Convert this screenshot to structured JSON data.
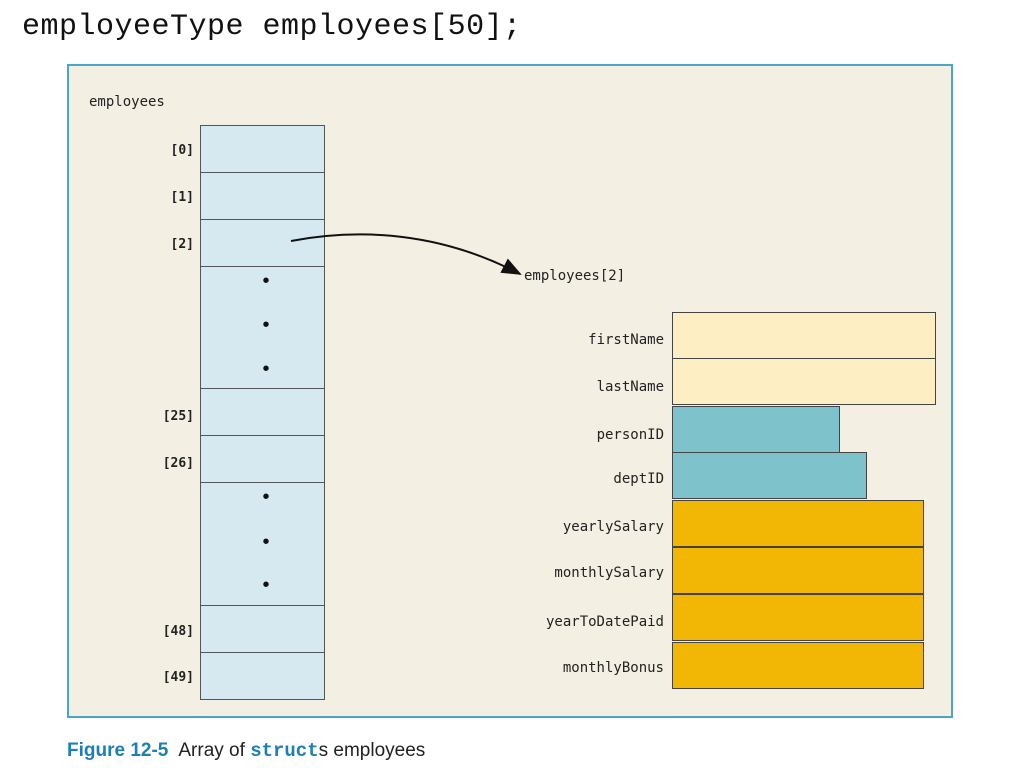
{
  "code_line": "employeeType employees[50];",
  "array": {
    "title": "employees",
    "cells": [
      {
        "index": "[0]"
      },
      {
        "index": "[1]"
      },
      {
        "index": "[2]"
      },
      {
        "index": "",
        "ellipsis": true
      },
      {
        "index": "[25]"
      },
      {
        "index": "[26]"
      },
      {
        "index": "",
        "ellipsis": true
      },
      {
        "index": "[48]"
      },
      {
        "index": "[49]"
      }
    ]
  },
  "struct": {
    "title": "employees[2]",
    "fields": [
      {
        "name": "firstName",
        "color": "#fdefc3"
      },
      {
        "name": "lastName",
        "color": "#fdefc3"
      },
      {
        "name": "personID",
        "color": "#7ec3cc"
      },
      {
        "name": "deptID",
        "color": "#7ec3cc"
      },
      {
        "name": "yearlySalary",
        "color": "#f2b705"
      },
      {
        "name": "monthlySalary",
        "color": "#f2b705"
      },
      {
        "name": "yearToDatePaid",
        "color": "#f2b705"
      },
      {
        "name": "monthlyBonus",
        "color": "#f2b705"
      }
    ]
  },
  "caption": {
    "figure": "Figure 12-5",
    "text_before": "Array of ",
    "code": "struct",
    "text_after": "s employees"
  }
}
